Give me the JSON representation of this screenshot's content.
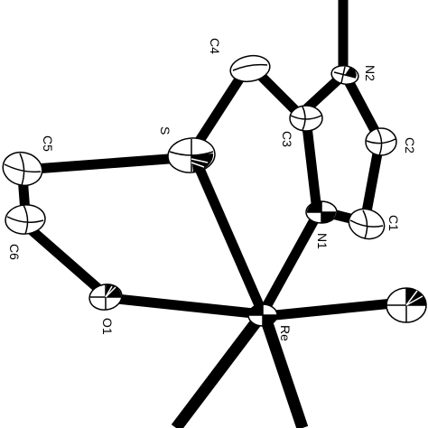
{
  "diagram": {
    "type": "ORTEP thermal ellipsoid structure",
    "atoms": [
      {
        "id": "Re",
        "label": "Re"
      },
      {
        "id": "S",
        "label": "S"
      },
      {
        "id": "N1",
        "label": "N1"
      },
      {
        "id": "N2",
        "label": "N2"
      },
      {
        "id": "O1",
        "label": "O1"
      },
      {
        "id": "C1",
        "label": "C1"
      },
      {
        "id": "C2",
        "label": "C2"
      },
      {
        "id": "C3",
        "label": "C3"
      },
      {
        "id": "C4",
        "label": "C4"
      },
      {
        "id": "C5",
        "label": "C5"
      },
      {
        "id": "C6",
        "label": "C6"
      }
    ],
    "bonds": [
      [
        "Re",
        "S"
      ],
      [
        "Re",
        "N1"
      ],
      [
        "Re",
        "O1"
      ],
      [
        "S",
        "C4"
      ],
      [
        "S",
        "C5"
      ],
      [
        "C5",
        "C6"
      ],
      [
        "C6",
        "O1"
      ],
      [
        "C4",
        "C3"
      ],
      [
        "C3",
        "N1"
      ],
      [
        "C3",
        "N2"
      ],
      [
        "N2",
        "C2"
      ],
      [
        "C2",
        "C1"
      ],
      [
        "C1",
        "N1"
      ]
    ],
    "colors": {
      "bond": "#000000",
      "ellipsoid_fill": "#ffffff",
      "stroke": "#000000"
    }
  }
}
